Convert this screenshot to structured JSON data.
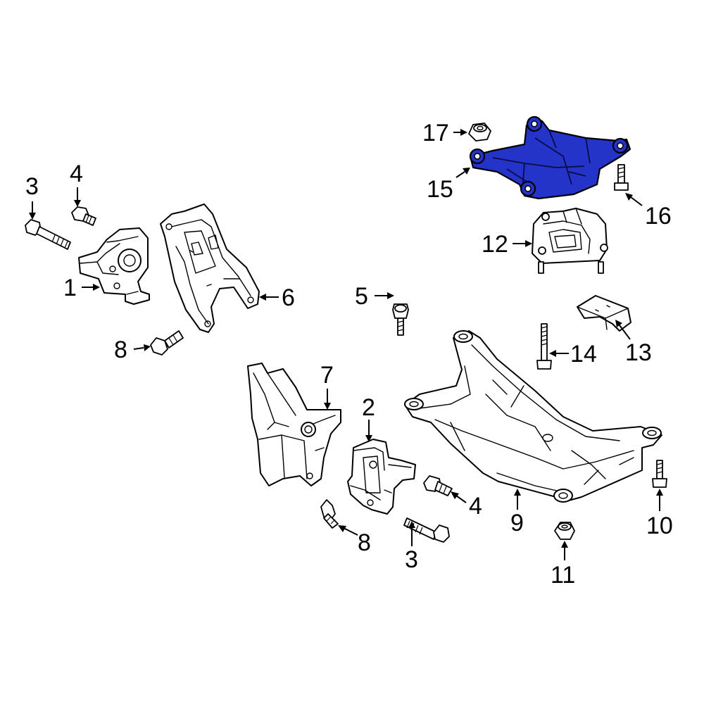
{
  "diagram": {
    "highlight_color": "#2433c8",
    "callouts": [
      {
        "id": "c1",
        "label": "1"
      },
      {
        "id": "c2",
        "label": "2"
      },
      {
        "id": "c3a",
        "label": "3"
      },
      {
        "id": "c3b",
        "label": "3"
      },
      {
        "id": "c4a",
        "label": "4"
      },
      {
        "id": "c4b",
        "label": "4"
      },
      {
        "id": "c5",
        "label": "5"
      },
      {
        "id": "c6",
        "label": "6"
      },
      {
        "id": "c7",
        "label": "7"
      },
      {
        "id": "c8a",
        "label": "8"
      },
      {
        "id": "c8b",
        "label": "8"
      },
      {
        "id": "c9",
        "label": "9"
      },
      {
        "id": "c10",
        "label": "10"
      },
      {
        "id": "c11",
        "label": "11"
      },
      {
        "id": "c12",
        "label": "12"
      },
      {
        "id": "c13",
        "label": "13"
      },
      {
        "id": "c14",
        "label": "14"
      },
      {
        "id": "c15",
        "label": "15"
      },
      {
        "id": "c16",
        "label": "16"
      },
      {
        "id": "c17",
        "label": "17"
      }
    ]
  }
}
